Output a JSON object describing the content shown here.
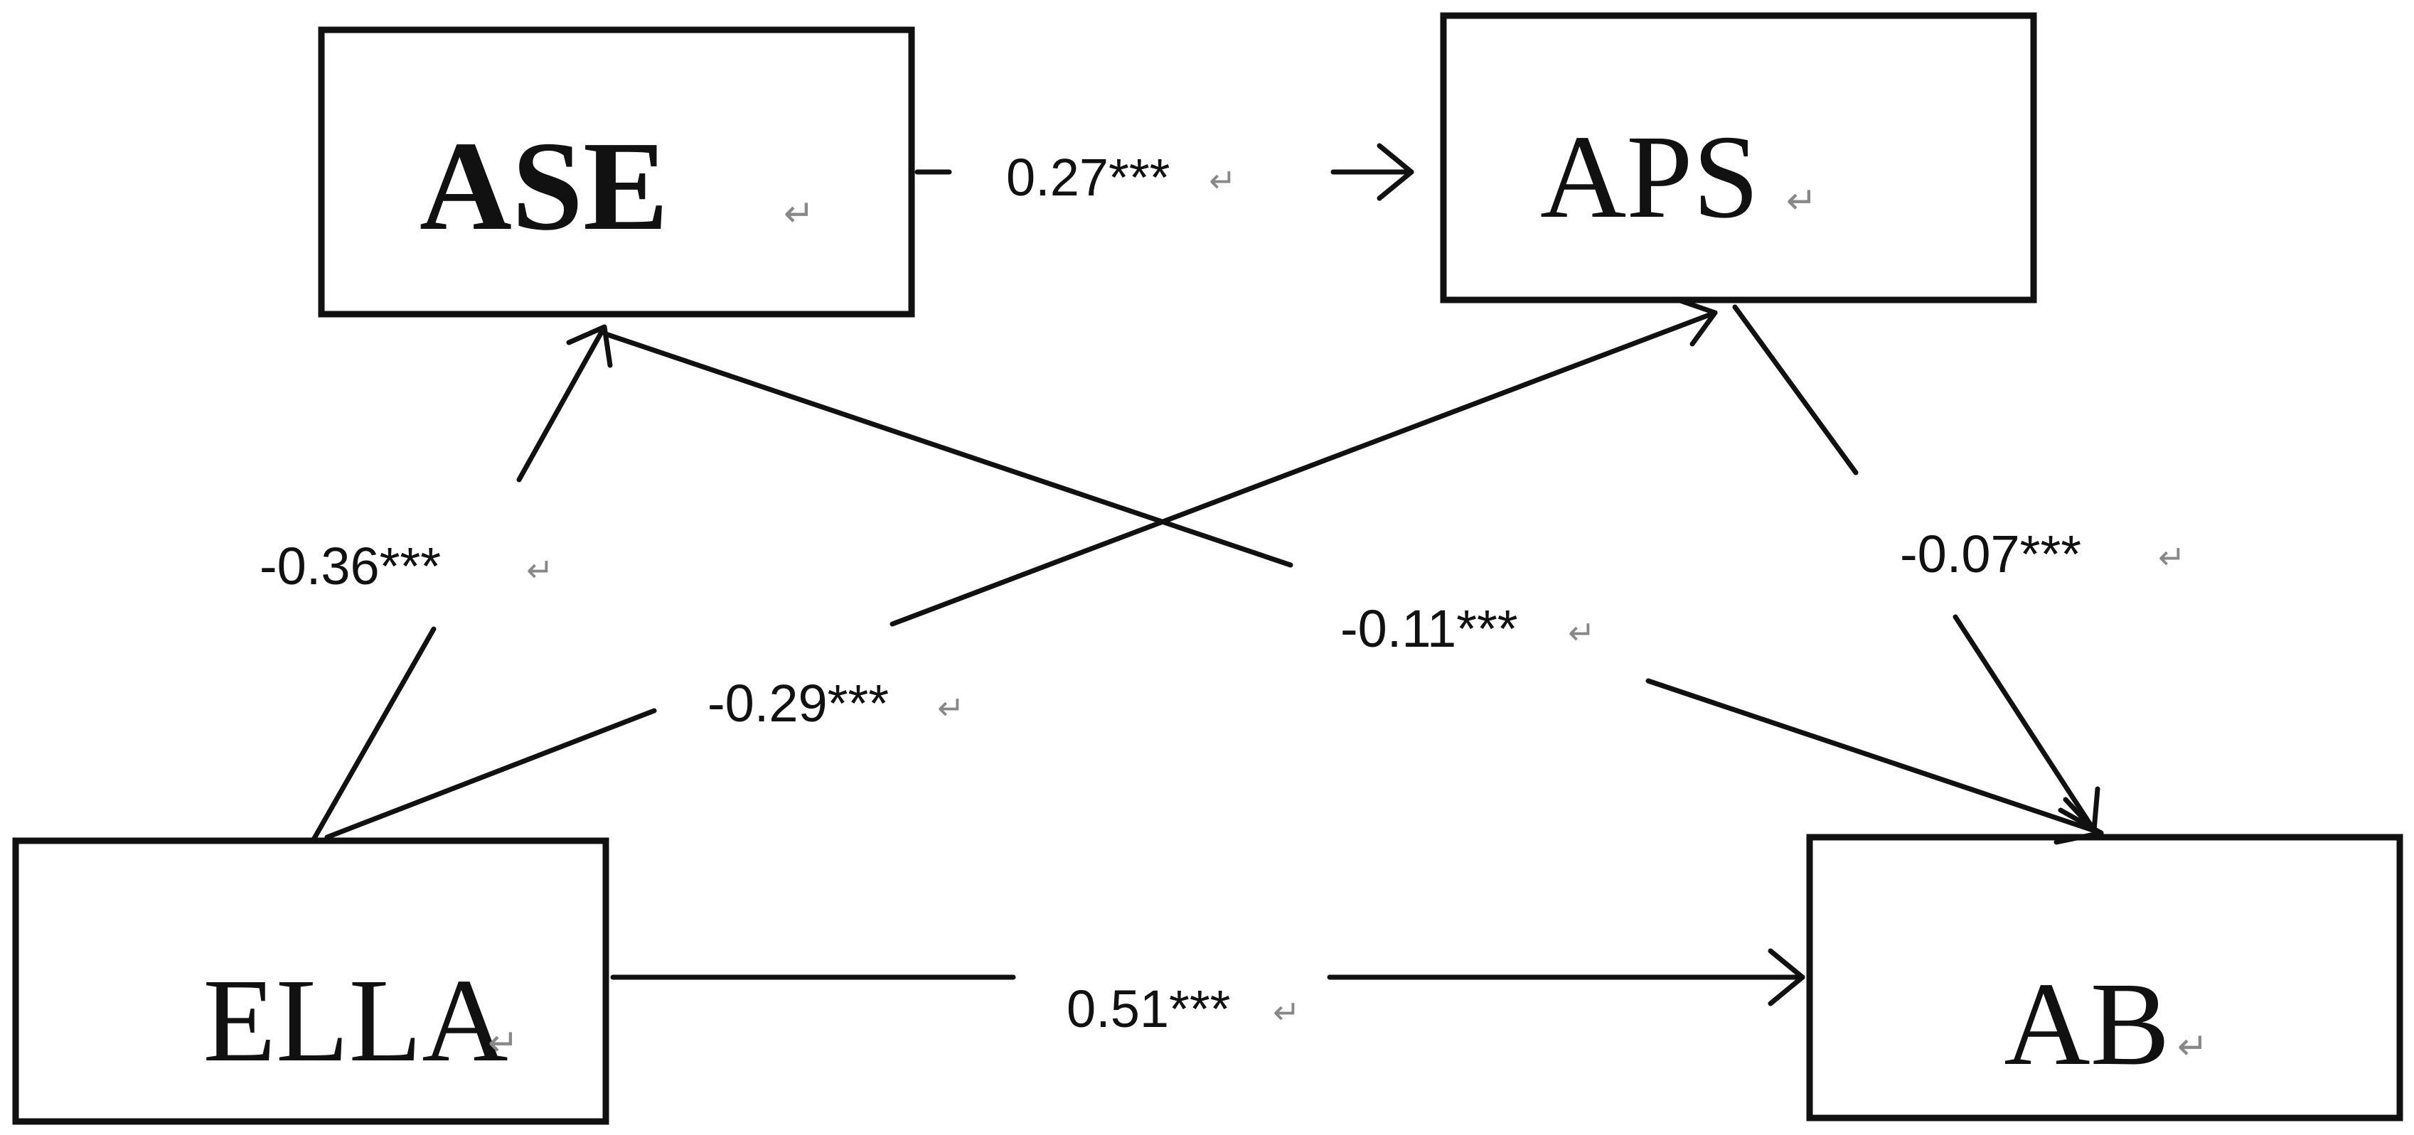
{
  "diagram": {
    "nodes": {
      "ase": {
        "label": "ASE"
      },
      "aps": {
        "label": "APS"
      },
      "ella": {
        "label": "ELLA"
      },
      "ab": {
        "label": "AB"
      }
    },
    "edges": {
      "ase_aps": {
        "from": "ASE",
        "to": "APS",
        "label": "0.27***"
      },
      "ella_ase": {
        "from": "ELLA",
        "to": "ASE",
        "label": "-0.36***"
      },
      "ella_aps": {
        "from": "ELLA",
        "to": "APS",
        "label": "-0.29***"
      },
      "ase_ab": {
        "from": "ASE",
        "to": "AB",
        "label": "-0.11***"
      },
      "aps_ab": {
        "from": "APS",
        "to": "AB",
        "label": "-0.07***"
      },
      "ella_ab": {
        "from": "ELLA",
        "to": "AB",
        "label": "0.51***"
      }
    },
    "paragraph_mark": "↵",
    "colors": {
      "stroke": "#111111",
      "text": "#111111",
      "mark": "#888888",
      "background": "#ffffff"
    }
  }
}
